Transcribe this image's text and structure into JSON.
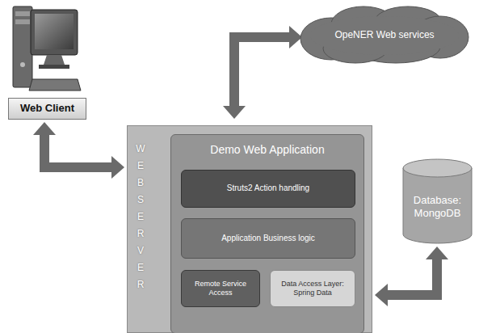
{
  "diagram": {
    "nodes": [
      {
        "text": [
          "Web Client"
        ]
      },
      {
        "text": [
          "OpeNER Web services"
        ]
      },
      {
        "text": [
          "WEB SERVER"
        ]
      },
      {
        "text": [
          "Demo Web Application"
        ],
        "in": 2
      },
      {
        "text": [
          "Struts2 Action handling"
        ],
        "in": 3
      },
      {
        "text": [
          "Application Business logic"
        ],
        "in": 3
      },
      {
        "text": [
          "Remote Service Access"
        ],
        "in": 3
      },
      {
        "text": [
          "Data Access Layer: Spring Data"
        ],
        "in": 3
      },
      {
        "text": [
          "Database: MongoDB"
        ]
      }
    ],
    "edges": [
      {
        "from": 0,
        "to": 2,
        "arrow": "both"
      },
      {
        "from": 2,
        "to": 1,
        "arrow": "both"
      },
      {
        "from": 8,
        "to": 2,
        "arrow": "both"
      }
    ]
  }
}
